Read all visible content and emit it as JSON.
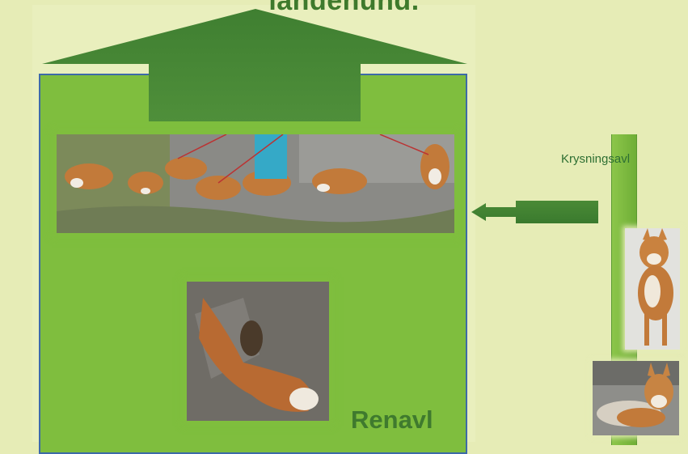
{
  "title": "landehund.",
  "labels": {
    "renavl": "Renavl",
    "krysningsavl": "Krysningsavl"
  },
  "photos": {
    "group": "group-of-dogs-on-leashes",
    "single": "dog-on-path",
    "side_top": "standing-dog",
    "side_bottom": "lying-dog"
  },
  "colors": {
    "background": "#e6ecb6",
    "box_fill": "#7fbe3e",
    "box_border": "#3d6aa8",
    "arrow_dark": "#3e7a2c",
    "text_green": "#3f7a2e"
  }
}
